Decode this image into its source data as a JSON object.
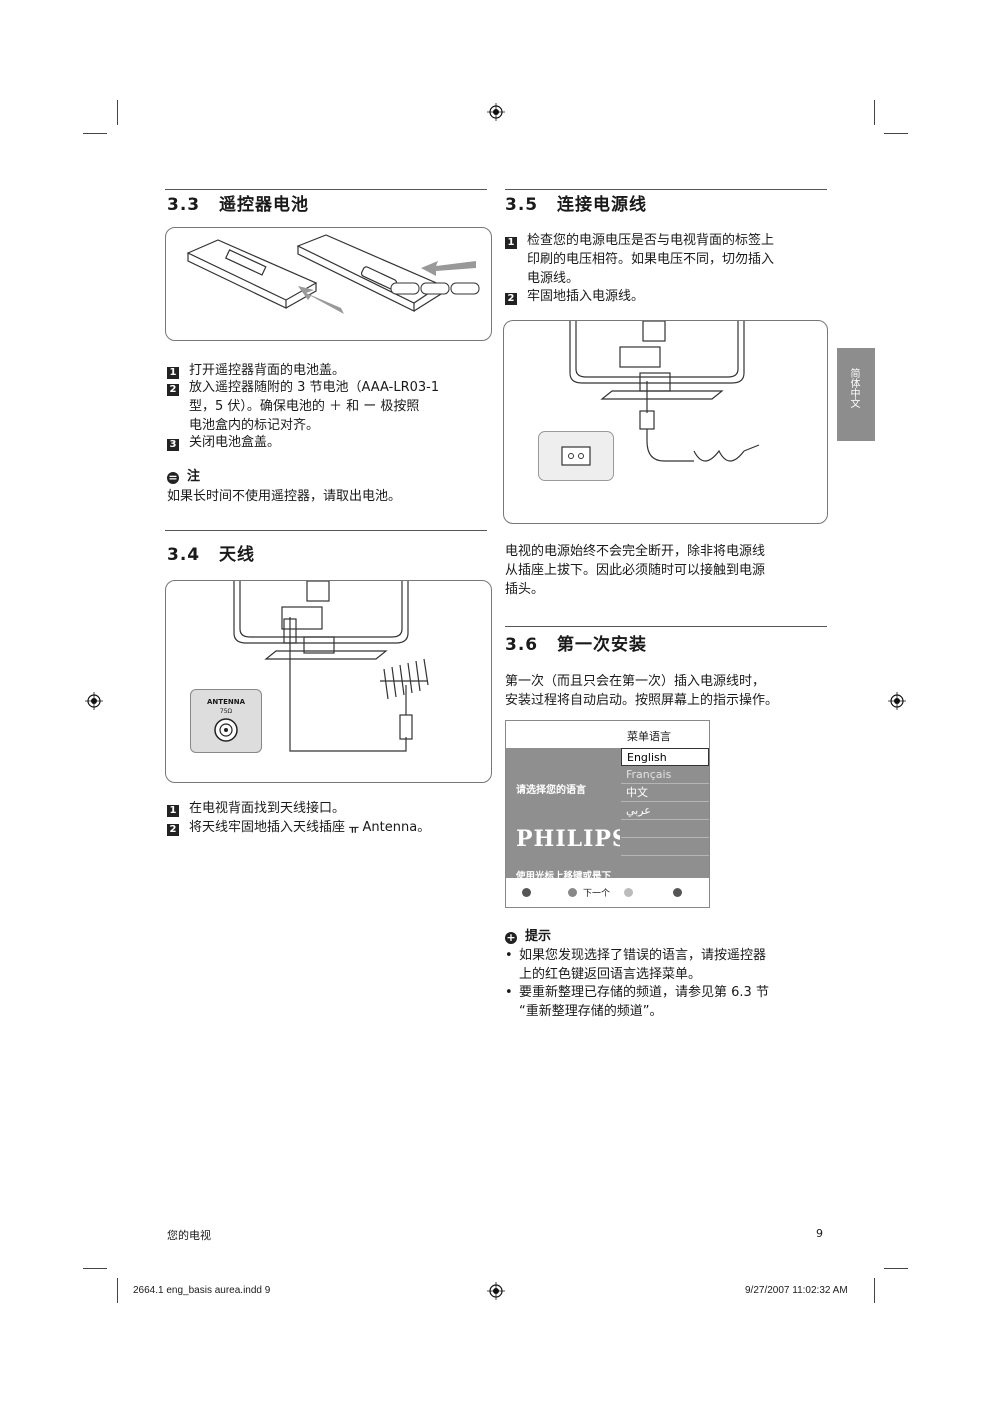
{
  "s33": {
    "num": "3.3",
    "title": "遥控器电池",
    "steps": [
      {
        "n": "1",
        "lines": [
          "打开遥控器背面的电池盖。"
        ]
      },
      {
        "n": "2",
        "lines": [
          "放入遥控器随附的 3 节电池（AAA-LR03-1",
          "型，5 伏）。确保电池的 ＋ 和 ー 极按照",
          "电池盒内的标记对齐。"
        ]
      },
      {
        "n": "3",
        "lines": [
          "关闭电池盒盖。"
        ]
      }
    ],
    "note_label": "注",
    "note_text": "如果长时间不使用遥控器，请取出电池。"
  },
  "s34": {
    "num": "3.4",
    "title": "天线",
    "antenna_label": "ANTENNA",
    "antenna_sub": "75Ω",
    "steps": [
      {
        "n": "1",
        "lines": [
          "在电视背面找到天线接口。"
        ]
      },
      {
        "n": "2",
        "lines": [
          "将天线牢固地插入天线插座 ᚂ Antenna。"
        ]
      }
    ]
  },
  "s35": {
    "num": "3.5",
    "title": "连接电源线",
    "steps": [
      {
        "n": "1",
        "lines": [
          "检查您的电源电压是否与电视背面的标签上",
          "印刷的电压相符。如果电压不同，切勿插入",
          "电源线。"
        ]
      },
      {
        "n": "2",
        "lines": [
          "牢固地插入电源线。"
        ]
      }
    ],
    "para": [
      "电视的电源始终不会完全断开，除非将电源线",
      "从插座上拔下。因此必须随时可以接触到电源",
      "插头。"
    ]
  },
  "s36": {
    "num": "3.6",
    "title": "第一次安装",
    "para": [
      "第一次（而且只会在第一次）插入电源线时，",
      "安装过程将自动启动。按照屏幕上的指示操作。"
    ],
    "menu": {
      "header": "菜单语言",
      "prompt": "请选择您的语言",
      "brand": "PHILIPS",
      "hint": "使用光标上移键或是下移键",
      "items": [
        "English",
        "Français",
        "中文",
        "عربي"
      ],
      "next_label": "下一个",
      "dot_colors": [
        "#c0392b",
        "#27ae60",
        "#e1c419",
        "#2e6fc7"
      ]
    },
    "tip_label": "提示",
    "tips": [
      [
        "如果您发现选择了错误的语言，请按遥控器",
        "上的红色键返回语言选择菜单。"
      ],
      [
        "要重新整理已存储的频道，请参见第 6.3 节",
        "“重新整理存储的频道”。"
      ]
    ]
  },
  "side_tab": "简体中文",
  "footer": {
    "left": "您的电视",
    "page": "9"
  },
  "slug": {
    "file": "2664.1 eng_basis aurea.indd   9",
    "date": "9/27/2007   11:02:32 AM"
  }
}
